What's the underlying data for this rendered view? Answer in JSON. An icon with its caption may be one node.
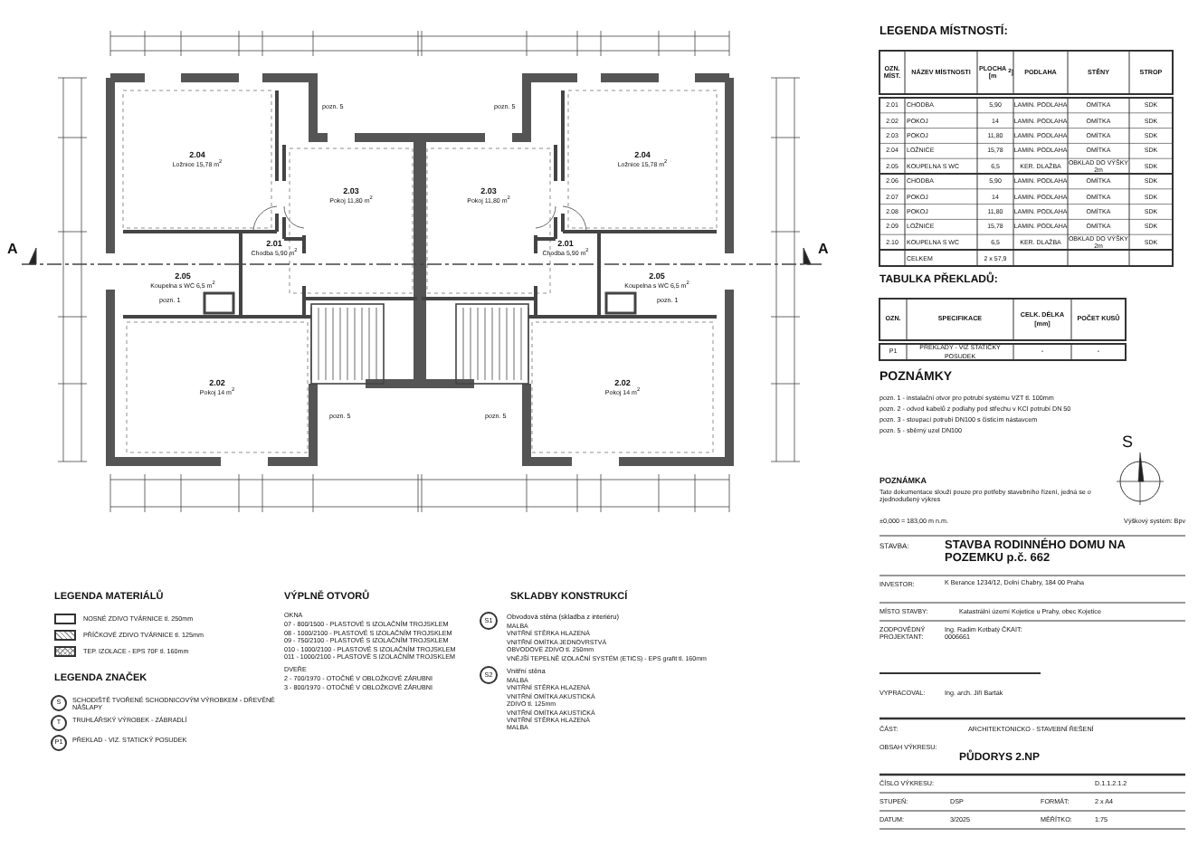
{
  "diagram": {
    "nodes": [
      {
        "text": [
          "2.04",
          "Ložnice 15,78 m$^{2}$"
        ]
      },
      {
        "text": [
          "2.03",
          "Pokoj 11,80 m$^{2}$"
        ]
      },
      {
        "text": [
          "2.01",
          "Chodba 5,90 m$^{2}$"
        ]
      },
      {
        "text": [
          "2.05",
          "Koupelna s WC 6,5 m$^{2}$"
        ]
      },
      {
        "text": [
          "2.02",
          "Pokoj 14 m$^{2}$"
        ]
      },
      {
        "text": [
          "2.04",
          "Ložnice 15,78 m$^{2}$"
        ]
      },
      {
        "text": [
          "2.03",
          "Pokoj 11,80 m$^{2}$"
        ]
      },
      {
        "text": [
          "2.01",
          "Chodba 5,90 m$^{2}$"
        ]
      },
      {
        "text": [
          "2.05",
          "Koupelna s WC 6,5 m$^{2}$"
        ]
      },
      {
        "text": [
          "2.02",
          "Pokoj 14 m$^{2}$"
        ]
      }
    ],
    "labels": [
      "A",
      "A",
      "pozn. 5",
      "pozn. 1",
      "pozn. 5",
      "pozn. 5",
      "pozn. 1",
      "pozn. 5",
      "LEGENDA MÍSTNOSTÍ:",
      "OZN. MÍST.",
      "NÁZEV MÍSTNOSTI",
      "PLOCHA [m$^{2}$]",
      "PODLAHA",
      "STĚNY",
      "STROP",
      "2.01",
      "CHODBA",
      "5,90",
      "LAMIN. PODLAHA",
      "OMÍTKA",
      "SDK",
      "2.02",
      "POKOJ",
      "14",
      "LAMIN. PODLAHA",
      "OMÍTKA",
      "SDK",
      "2.03",
      "POKOJ",
      "11,80",
      "LAMIN. PODLAHA",
      "OMÍTKA",
      "SDK",
      "2.04",
      "LOŽNICE",
      "15,78",
      "LAMIN. PODLAHA",
      "OMÍTKA",
      "SDK",
      "2.05",
      "KOUPELNA S WC",
      "6,5",
      "KER. DLAŽBA",
      "OBKLAD DO VÝŠKY 2m",
      "SDK",
      "2.06",
      "CHODBA",
      "5,90",
      "LAMIN. PODLAHA",
      "OMÍTKA",
      "SDK",
      "2.07",
      "POKOJ",
      "14",
      "LAMIN. PODLAHA",
      "OMÍTKA",
      "SDK",
      "2.08",
      "POKOJ",
      "11,80",
      "LAMIN. PODLAHA",
      "OMÍTKA",
      "SDK",
      "2.09",
      "LOŽNICE",
      "15,78",
      "LAMIN. PODLAHA",
      "OMÍTKA",
      "SDK",
      "2.10",
      "KOUPELNA S WC",
      "6,5",
      "KER. DLAŽBA",
      "OBKLAD DO VÝŠKY 2m",
      "SDK",
      "CELKEM",
      "2 x 57,9",
      "TABULKA PŘEKLADŮ:",
      "OZN.",
      "SPECIFIKACE",
      "CELK. DÉLKA [mm]",
      "POČET KUSŮ",
      "P1",
      "PŘEKLADY - VIZ STATICKÝ POSUDEK",
      "-",
      "-",
      "POZNÁMKY",
      "pozn. 1 - instalační otvor pro potrubí systému VZT tl. 100mm",
      "pozn. 2 - odvod kabelů z podlahy pod střechu v KCI potrubí DN 50",
      "pozn. 3 - stoupací potrubí DN100 s čisticím nástavcem",
      "pozn. 5 - sběrný uzel DN100",
      "S",
      "POZNÁMKA",
      "Tato dokumentace slouží pouze pro potřeby stavebního řízení, jedná se o zjednodušený výkres",
      "±0,000 = 183,00 m n.m.",
      "Výškový systém: Bpv",
      "STAVBA:",
      "STAVBA RODINNÉHO DOMU NA POZEMKU p.č. 662",
      "INVESTOR:",
      "K Berance 1234/12, Dolní Chabry, 184 00 Praha",
      "MÍSTO STAVBY:",
      "Katastrální území Kojetice u Prahy, obec Kojetice",
      "ZODPOVĚDNÝ PROJEKTANT:",
      "Ing. Radim Kotbatý ČKAIT: 0006661",
      "VYPRACOVAL:",
      "Ing. arch. Jiří Barták",
      "ČÁST:",
      "ARCHITEKTONICKO - STAVEBNÍ ŘEŠENÍ",
      "OBSAH VÝKRESU:",
      "PŮDORYS 2.NP",
      "ČÍSLO VÝKRESU:",
      "D.1.1.2.1.2",
      "STUPEŇ:",
      "DSP",
      "FORMÁT:",
      "2 x A4",
      "DATUM:",
      "3/2025",
      "MĚŘÍTKO:",
      "1:75",
      "LEGENDA MATERIÁLŮ",
      "LEGENDA ZNAČEK",
      "S",
      "SCHODIŠTĚ TVOŘENÉ SCHODNICOVÝM VÝROBKEM - DŘEVĚNÉ NÁŠLAPY",
      "T",
      "TRUHLÁŘSKÝ VÝROBEK - ZÁBRADLÍ",
      "P1",
      "PŘEKLAD - VIZ. STATICKÝ POSUDEK",
      "VÝPLNĚ OTVORŮ",
      "OKNA",
      "07 - 800/1500 - PLASTOVÉ S IZOLAČNÍM TROJSKLEM",
      "08 - 1000/2100 - PLASTOVÉ S IZOLAČNÍM TROJSKLEM",
      "09 - 750/2100 - PLASTOVÉ S IZOLAČNÍM TROJSKLEM",
      "010 - 1000/2100 - PLASTOVÉ S IZOLAČNÍM TROJSKLEM",
      "011 - 1000/2100 - PLASTOVÉ S IZOLAČNÍM TROJSKLEM",
      "DVEŘE",
      "2 - 700/1970 - OTOČNÉ V OBLOŽKOVÉ ZÁRUBNI",
      "3 - 800/1970 - OTOČNÉ V OBLOŽKOVÉ ZÁRUBNI",
      "SKLADBY KONSTRUKCÍ",
      "S1",
      "Obvodová stěna (skladba z interiéru)",
      "MALBA",
      "VNITŘNÍ STĚRKA HLAZENÁ",
      "VNITŘNÍ OMÍTKA JEDNOVRSTVÁ",
      "OBVODOVÉ ZDIVO tl. 250mm",
      "VNĚJŠÍ TEPELNĚ IZOLAČNÍ SYSTÉM (ETICS) - EPS grafit tl. 160mm",
      "S2",
      "Vnitřní stěna",
      "MALBA",
      "VNITŘNÍ STĚRKA HLAZENÁ",
      "VNITŘNÍ OMÍTKA AKUSTICKÁ",
      "ZDIVO tl. 125mm",
      "VNITŘNÍ OMÍTKA AKUSTICKÁ",
      "VNITŘNÍ STĚRKA HLAZENÁ",
      "MALBA"
    ],
    "legend": [
      {
        "text": "NOSNÉ ZDIVO TVÁRNICE tl. 250mm"
      },
      {
        "text": "PŘÍČKOVÉ ZDIVO TVÁRNICE tl. 125mm"
      },
      {
        "text": "TEP. IZOLACE - EPS 70F tl. 160mm"
      }
    ]
  }
}
